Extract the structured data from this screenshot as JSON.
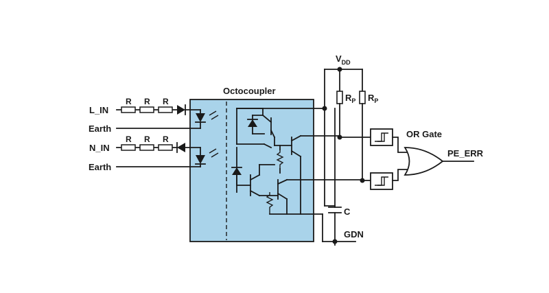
{
  "labels": {
    "vdd_main": "V",
    "vdd_sub": "DD",
    "optocoupler": "Octocoupler",
    "l_in": "L_IN",
    "n_in": "N_IN",
    "earth_1": "Earth",
    "earth_2": "Earth",
    "resistor": "R",
    "rp_main": "R",
    "rp_sub": "P",
    "or_gate": "OR Gate",
    "pe_err": "PE_ERR",
    "capacitor": "C",
    "gdn": "GDN"
  },
  "colors": {
    "optocoupler_fill": "#a9d3ea",
    "wire": "#1a1a1a"
  }
}
